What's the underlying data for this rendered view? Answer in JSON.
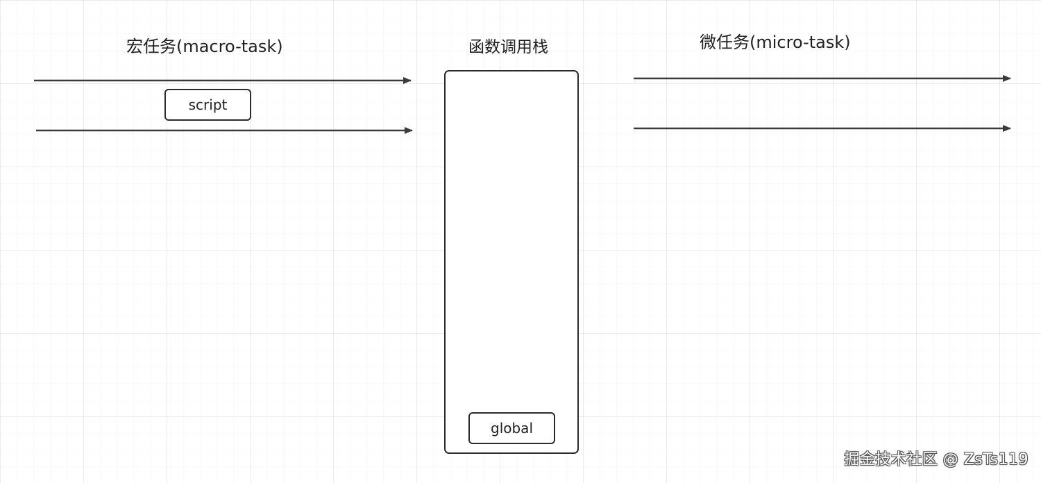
{
  "titles": {
    "macro": "宏任务(macro-task)",
    "stack": "函数调用栈",
    "micro": "微任务(micro-task)"
  },
  "macro_queue": {
    "items": [
      "script"
    ]
  },
  "call_stack": {
    "items": [
      "global"
    ]
  },
  "watermark": "掘金技术社区 @ ZsTs119",
  "colors": {
    "line": "#3a3a3a",
    "background": "#ffffff"
  }
}
